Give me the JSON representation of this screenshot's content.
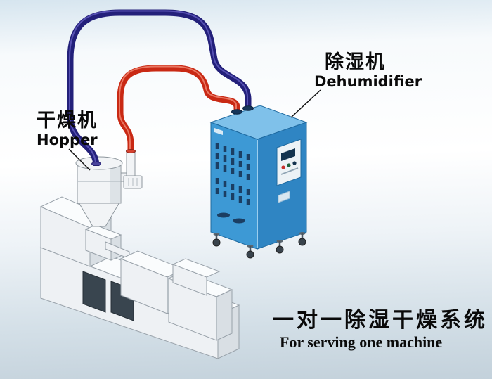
{
  "labels": {
    "hopper_zh": "干燥机",
    "hopper_en": "Hopper",
    "dehumidifier_zh": "除湿机",
    "dehumidifier_en": "Dehumidifier"
  },
  "caption": {
    "zh": "一对一除湿干燥系统",
    "en": "For serving one machine"
  },
  "colors": {
    "pipe_return_air": "#23207a",
    "pipe_dry_air": "#c92914",
    "cabinet_top": "#7fc1ea",
    "cabinet_front": "#3d99d5",
    "cabinet_side": "#2f85c3",
    "vent_slot": "#1b3e63"
  }
}
